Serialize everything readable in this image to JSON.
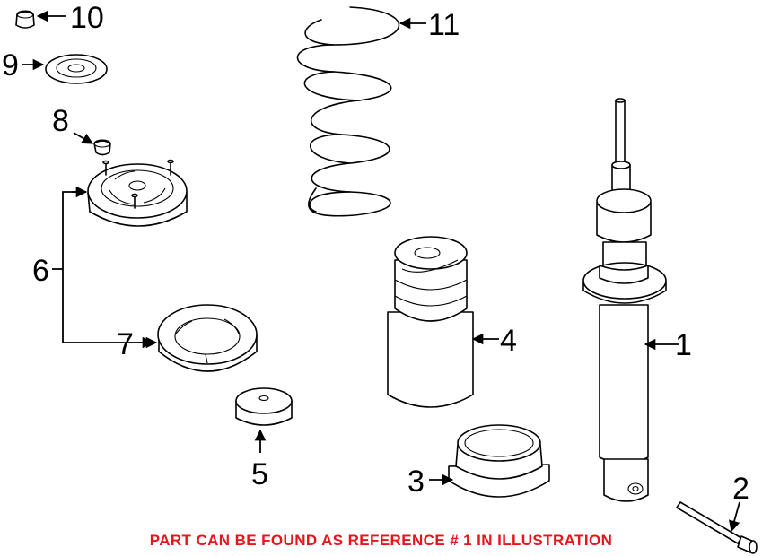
{
  "callouts": {
    "c1": "1",
    "c2": "2",
    "c3": "3",
    "c4": "4",
    "c5": "5",
    "c6": "6",
    "c7": "7",
    "c8": "8",
    "c9": "9",
    "c10": "10",
    "c11": "11"
  },
  "footer_note": "PART CAN BE FOUND AS REFERENCE # 1 IN ILLUSTRATION",
  "colors": {
    "line": "#000000",
    "background": "#ffffff",
    "note": "#e8141b"
  }
}
